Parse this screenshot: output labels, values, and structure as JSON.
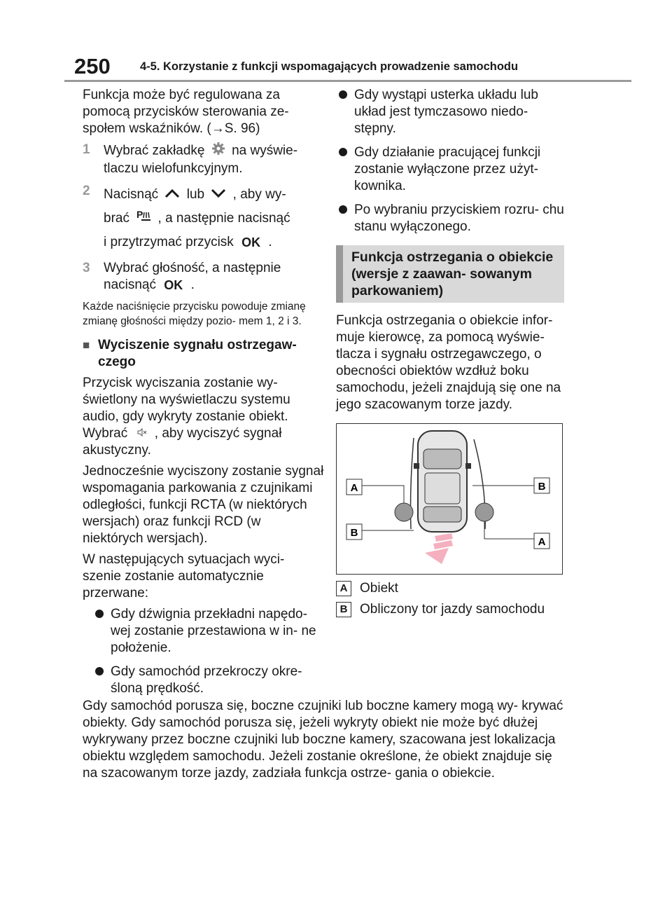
{
  "header": {
    "page_number": "250",
    "chapter": "4-5. Korzystanie z funkcji wspomagających prowadzenie samochodu"
  },
  "left": {
    "intro": "Funkcja może być regulowana za pomocą przycisków sterowania ze- społem wskaźników. (→S. 96)",
    "steps": [
      {
        "num": "1",
        "a": "Wybrać zakładkę",
        "b": "na wyświe- tlaczu wielofunkcyjnym."
      },
      {
        "num": "2",
        "a": "Nacisnąć",
        "lub": "lub",
        "b": ", aby wy-",
        "c": "brać",
        "d": ", a następnie nacisnąć",
        "e": "i przytrzymać przycisk",
        "f": "."
      },
      {
        "num": "3",
        "a": "Wybrać głośność, a następnie nacisnąć",
        "b": "."
      }
    ],
    "note": "Każde naciśnięcie przycisku powoduje zmianę zmianę głośności między pozio- mem 1, 2 i 3.",
    "subheading": "Wyciszenie sygnału ostrzegaw- czego",
    "para1a": "Przycisk wyciszania zostanie wy- świetlony na wyświetlaczu systemu audio, gdy wykryty zostanie obiekt. Wybrać",
    "para1b": ", aby wyciszyć sygnał akustyczny.",
    "para2": "Jednocześnie wyciszony zostanie sygnał wspomagania parkowania z czujnikami odległości, funkcji RCTA (w niektórych wersjach) oraz funkcji RCD (w niektórych wersjach).",
    "para3": "W następujących sytuacjach wyci- szenie zostanie automatycznie przerwane:",
    "bullets": [
      "Gdy dźwignia przekładni napędo- wej zostanie przestawiona w in- ne położenie.",
      "Gdy samochód przekroczy okre- śloną prędkość."
    ]
  },
  "right": {
    "bullets": [
      "Gdy wystąpi usterka układu lub układ jest tymczasowo niedo- stępny.",
      "Gdy działanie pracującej funkcji zostanie wyłączone przez użyt- kownika.",
      "Po wybraniu przyciskiem rozru- chu stanu wyłączonego."
    ],
    "section_title": "Funkcja ostrzegania o obiekcie (wersje z zaawan- sowanym parkowaniem)",
    "section_text": "Funkcja ostrzegania o obiekcie infor- muje kierowcę, za pomocą wyświe- tlacza i sygnału ostrzegawczego, o obecności obiektów wzdłuż boku samochodu, jeżeli znajdują się one na jego szacowanym torze jazdy.",
    "diagram_labels": [
      "A",
      "B",
      "B",
      "A"
    ],
    "legend": [
      {
        "badge": "A",
        "text": "Obiekt"
      },
      {
        "badge": "B",
        "text": "Obliczony tor jazdy samochodu"
      }
    ]
  },
  "bottom": "Gdy samochód porusza się, boczne czujniki lub boczne kamery mogą wy- krywać obiekty. Gdy samochód porusza się, jeżeli wykryty obiekt nie może być dłużej wykrywany przez boczne czujniki lub boczne kamery, szacowana jest lokalizacja obiektu względem samochodu. Jeżeli zostanie określone, że obiekt znajduje się na szacowanym torze jazdy, zadziała funkcja ostrze- gania o obiekcie.",
  "icons": {
    "settings": "gear-icon",
    "up": "chevron-up-icon",
    "down": "chevron-down-icon",
    "parking": "parking-sensor-icon",
    "ok": "OK",
    "mute": "speaker-mute-icon"
  }
}
